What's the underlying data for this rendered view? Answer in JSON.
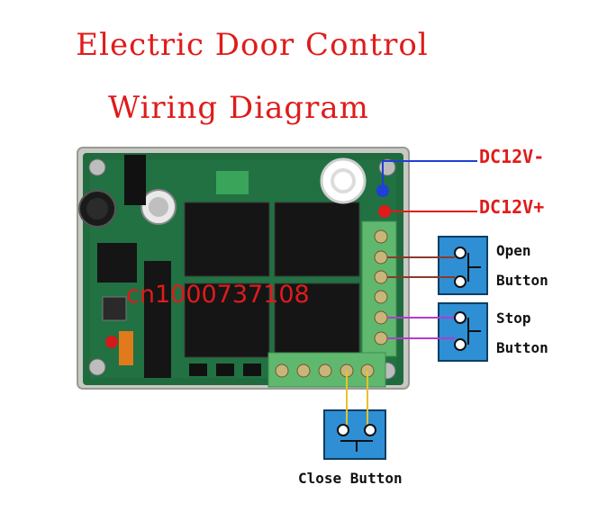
{
  "title": {
    "line1": "Electric Door Control",
    "line2": "Wiring Diagram"
  },
  "labels": {
    "dc_minus": "DC12V-",
    "dc_plus": "DC12V+",
    "open_1": "Open",
    "open_2": "Button",
    "stop_1": "Stop",
    "stop_2": "Button",
    "close": "Close Button"
  },
  "watermark": "cn1000737108",
  "colors": {
    "title": "#e01b1b",
    "wire_minus": "#1f3fd6",
    "wire_plus": "#e01b1b",
    "wire_open": "#8b3a2b",
    "wire_stop": "#b23bd0",
    "wire_close": "#e8c22a",
    "button_box": "#2f8fd4",
    "board": "#1f6b3e"
  }
}
